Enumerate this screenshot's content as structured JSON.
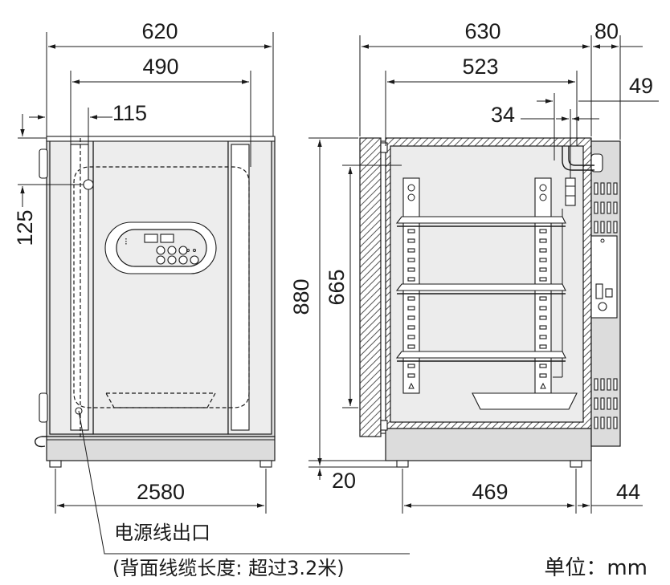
{
  "dimensions": {
    "front_width": "620",
    "front_inner_width": "490",
    "front_offset": "115",
    "front_height_offset": "125",
    "front_feet_span": "2580",
    "side_depth": "630",
    "side_rear_projection": "80",
    "side_inner_depth": "523",
    "side_rear_offset": "49",
    "side_port_offset": "34",
    "side_height": "880",
    "side_inner_height": "665",
    "side_foot_height": "20",
    "side_feet_span": "469",
    "side_rear_feet": "44"
  },
  "labels": {
    "power_outlet": "电源线出口",
    "cable_note": "(背面线缆长度: 超过3.2米)",
    "unit": "单位：mm"
  },
  "colors": {
    "line": "#1a1a1a",
    "body_fill": "#dcdcdc",
    "panel_fill": "#ededed",
    "hatch": "#555555"
  }
}
